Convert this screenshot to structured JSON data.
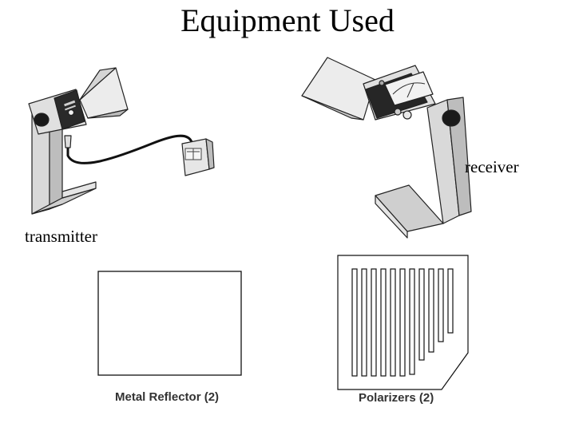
{
  "title": "Equipment Used",
  "labels": {
    "transmitter": "transmitter",
    "receiver": "receiver"
  },
  "captions": {
    "metal_reflector": "Metal Reflector  (2)",
    "polarizers": "Polarizers (2)"
  }
}
